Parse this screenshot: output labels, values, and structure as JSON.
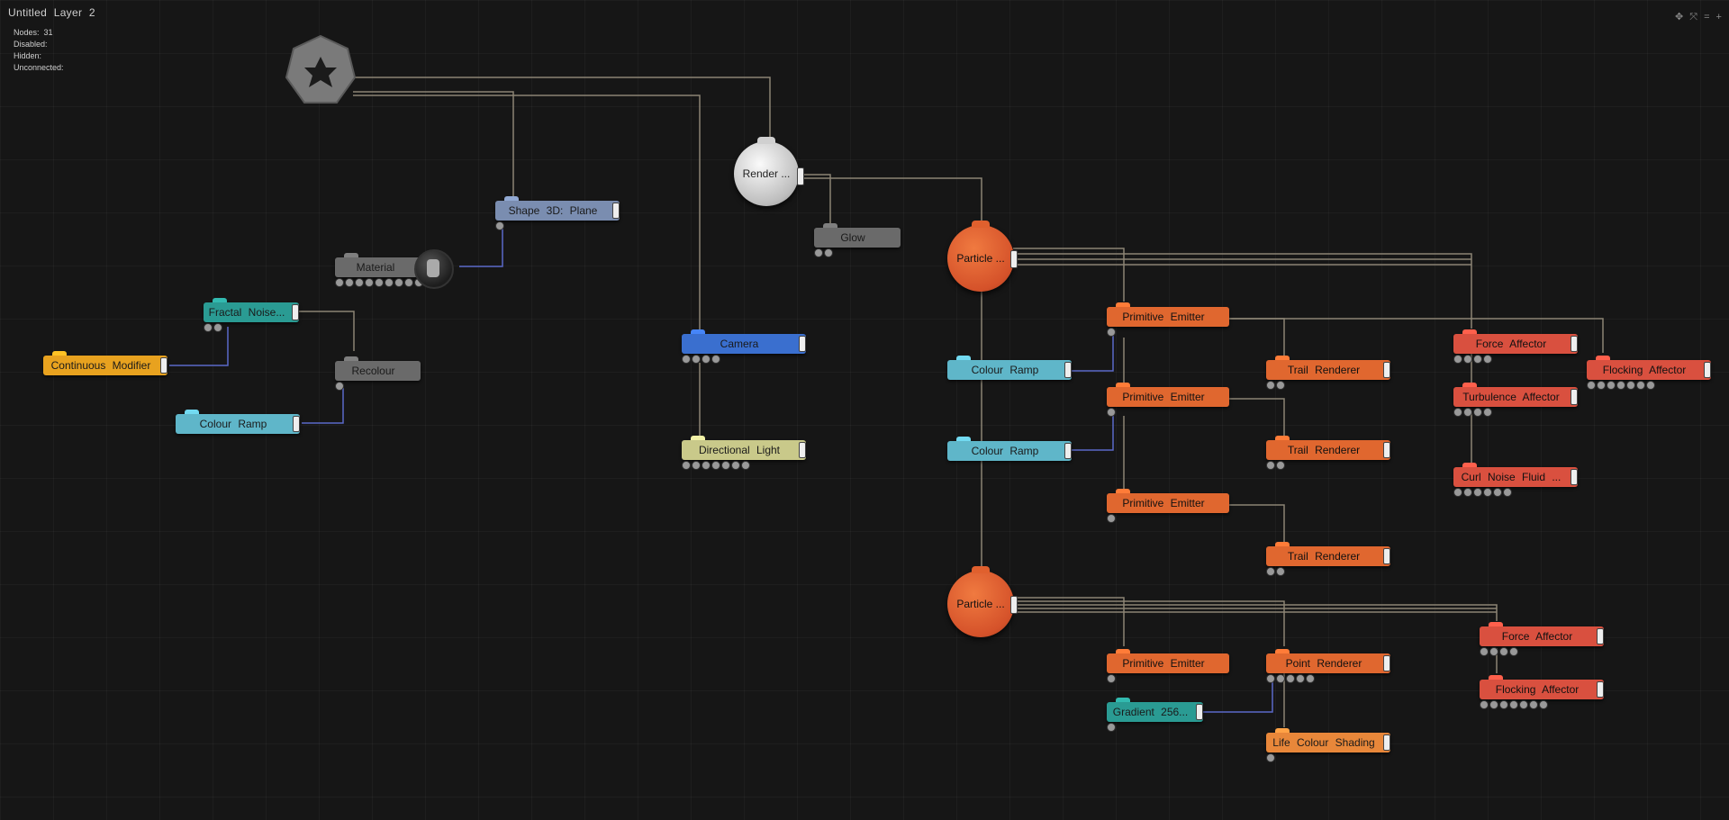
{
  "layer_title": "Untitled Layer 2",
  "stats": [
    {
      "label": "Nodes:",
      "value": "31"
    },
    {
      "label": "Disabled:",
      "value": ""
    },
    {
      "label": "Hidden:",
      "value": ""
    },
    {
      "label": "Unconnected:",
      "value": ""
    }
  ],
  "toolbar_icons": "✥ ⤧ = +",
  "nodes": {
    "shape3d": "Shape 3D: Plane",
    "material": "Material",
    "fractal_noise": "Fractal Noise...",
    "continuous_modifier": "Continuous Modifier",
    "recolour": "Recolour",
    "colour_ramp_left": "Colour Ramp",
    "render": "Render ...",
    "glow": "Glow",
    "camera": "Camera",
    "directional_light": "Directional Light",
    "particle_1": "Particle ...",
    "particle_2": "Particle ...",
    "colour_ramp_1": "Colour Ramp",
    "colour_ramp_2": "Colour Ramp",
    "primitive_emitter_1": "Primitive Emitter",
    "primitive_emitter_2": "Primitive Emitter",
    "primitive_emitter_3": "Primitive Emitter",
    "primitive_emitter_4": "Primitive Emitter",
    "trail_renderer_1": "Trail Renderer",
    "trail_renderer_2": "Trail Renderer",
    "trail_renderer_3": "Trail Renderer",
    "force_affector_1": "Force Affector",
    "force_affector_2": "Force Affector",
    "flocking_affector_1": "Flocking Affector",
    "flocking_affector_2": "Flocking Affector",
    "turbulence_affector": "Turbulence Affector",
    "curl_noise": "Curl Noise Fluid ...",
    "point_renderer": "Point Renderer",
    "gradient": "Gradient 256...",
    "life_colour_shading": "Life Colour Shading"
  }
}
